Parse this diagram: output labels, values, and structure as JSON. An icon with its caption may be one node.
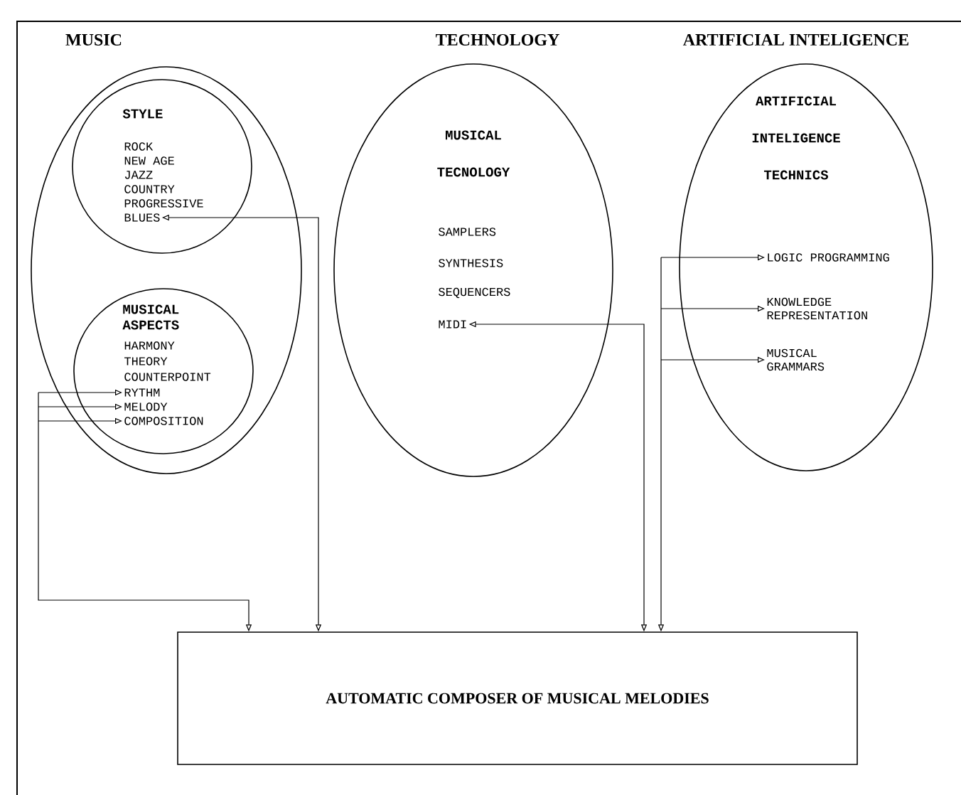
{
  "diagram": {
    "nodes": [
      {
        "text": [
          "MUSIC"
        ]
      },
      {
        "text": [
          "STYLE"
        ],
        "in": 0
      },
      {
        "text": [
          "ROCK"
        ],
        "in": 1
      },
      {
        "text": [
          "NEW AGE"
        ],
        "in": 1
      },
      {
        "text": [
          "JAZZ"
        ],
        "in": 1
      },
      {
        "text": [
          "COUNTRY"
        ],
        "in": 1
      },
      {
        "text": [
          "PROGRESSIVE"
        ],
        "in": 1
      },
      {
        "text": [
          "BLUES"
        ],
        "in": 1
      },
      {
        "text": [
          "MUSICAL ASPECTS"
        ],
        "in": 0
      },
      {
        "text": [
          "HARMONY"
        ],
        "in": 8
      },
      {
        "text": [
          "THEORY"
        ],
        "in": 8
      },
      {
        "text": [
          "COUNTERPOINT"
        ],
        "in": 8
      },
      {
        "text": [
          "RYTHM"
        ],
        "in": 8
      },
      {
        "text": [
          "MELODY"
        ],
        "in": 8
      },
      {
        "text": [
          "COMPOSITION"
        ],
        "in": 8
      },
      {
        "text": [
          "TECHNOLOGY",
          "MUSICAL TECNOLOGY"
        ]
      },
      {
        "text": [
          "SAMPLERS"
        ],
        "in": 15
      },
      {
        "text": [
          "SYNTHESIS"
        ],
        "in": 15
      },
      {
        "text": [
          "SEQUENCERS"
        ],
        "in": 15
      },
      {
        "text": [
          "MIDI"
        ],
        "in": 15
      },
      {
        "text": [
          "ARTIFICIAL INTELIGENCE",
          "ARTIFICIAL INTELIGENCE TECHNICS"
        ]
      },
      {
        "text": [
          "LOGIC PROGRAMMING"
        ],
        "in": 20
      },
      {
        "text": [
          "KNOWLEDGE REPRESENTATION"
        ],
        "in": 20
      },
      {
        "text": [
          "MUSICAL GRAMMARS"
        ],
        "in": 20
      },
      {
        "text": [
          "AUTOMATIC COMPOSER OF MUSICAL MELODIES"
        ]
      }
    ],
    "edges": [
      {
        "from": 24,
        "to": 7,
        "arrow": "both"
      },
      {
        "from": 24,
        "to": 12,
        "arrow": "both"
      },
      {
        "from": 24,
        "to": 13,
        "arrow": "both"
      },
      {
        "from": 24,
        "to": 14,
        "arrow": "both"
      },
      {
        "from": 24,
        "to": 19,
        "arrow": "both"
      },
      {
        "from": 24,
        "to": 21,
        "arrow": "both"
      },
      {
        "from": 24,
        "to": 22,
        "arrow": "both"
      },
      {
        "from": 24,
        "to": 23,
        "arrow": "both"
      }
    ]
  }
}
